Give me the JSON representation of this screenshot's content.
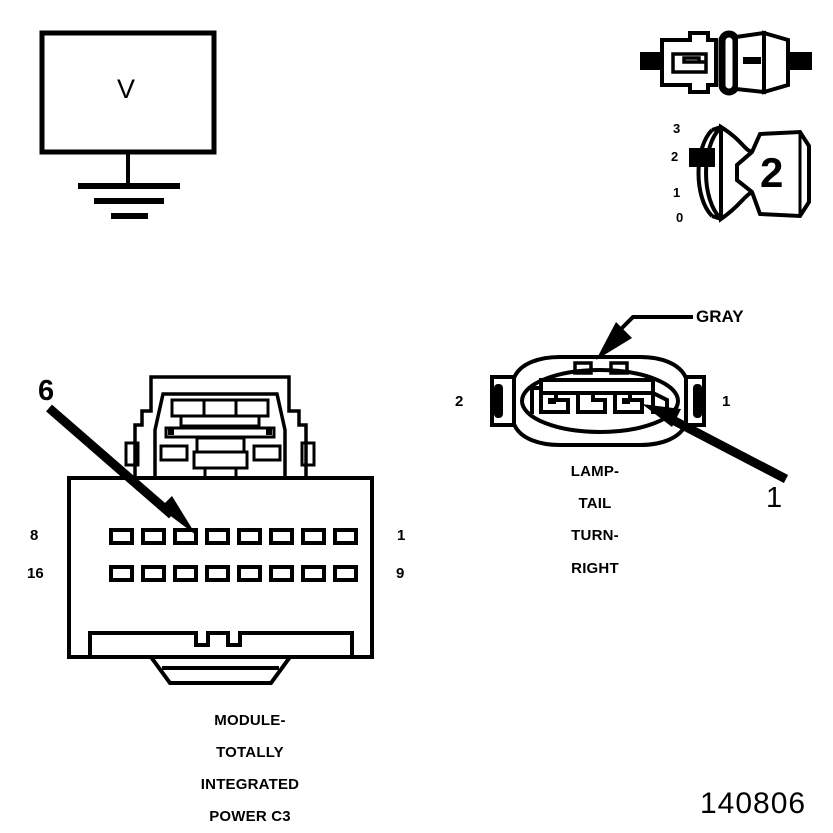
{
  "figure": {
    "id_number": "140806",
    "domain_kind": "automotive-connector-diagram"
  },
  "voltmeter": {
    "symbol_label": "V",
    "name": "voltmeter-with-ground"
  },
  "terminal_test": {
    "connector_name": "terminal-pair",
    "gauge_value": "2",
    "scale_labels": [
      "3",
      "2",
      "1",
      "0"
    ]
  },
  "module_connector": {
    "caption_lines": [
      "MODULE-",
      "TOTALLY",
      "INTEGRATED",
      "POWER C3"
    ],
    "left_labels": [
      "8",
      "16"
    ],
    "right_labels": [
      "1",
      "9"
    ],
    "callout": "6",
    "pins_per_row": 8,
    "rows": 2,
    "total_pins": 16
  },
  "lamp_connector": {
    "caption_lines": [
      "LAMP-",
      "TAIL",
      "TURN-",
      "RIGHT"
    ],
    "left_pin_label": "2",
    "right_pin_label": "1",
    "wire_color_callout": "GRAY",
    "terminal_callout": "1"
  },
  "colors": {
    "ink": "#000000",
    "paper": "#ffffff"
  }
}
